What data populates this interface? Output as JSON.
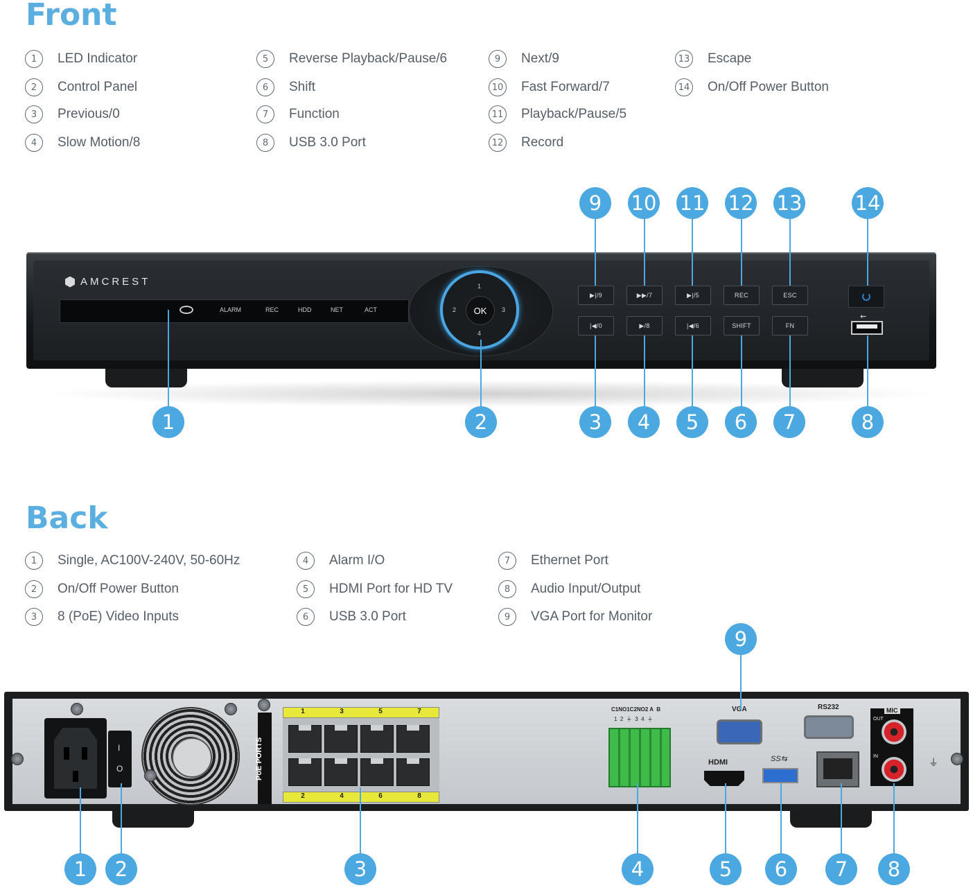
{
  "front": {
    "title": "Front",
    "legend": [
      {
        "num": "1",
        "label": "LED Indicator"
      },
      {
        "num": "2",
        "label": "Control Panel"
      },
      {
        "num": "3",
        "label": "Previous/0"
      },
      {
        "num": "4",
        "label": "Slow Motion/8"
      },
      {
        "num": "5",
        "label": "Reverse Playback/Pause/6"
      },
      {
        "num": "6",
        "label": "Shift"
      },
      {
        "num": "7",
        "label": "Function"
      },
      {
        "num": "8",
        "label": "USB 3.0 Port"
      },
      {
        "num": "9",
        "label": "Next/9"
      },
      {
        "num": "10",
        "label": "Fast Forward/7"
      },
      {
        "num": "11",
        "label": "Playback/Pause/5"
      },
      {
        "num": "12",
        "label": "Record"
      },
      {
        "num": "13",
        "label": "Escape"
      },
      {
        "num": "14",
        "label": "On/Off Power Button"
      }
    ],
    "device": {
      "brand": "AMCREST",
      "indicators": [
        "ALARM",
        "REC",
        "HDD",
        "NET",
        "ACT"
      ],
      "ok": "OK",
      "arrows": {
        "up": "1",
        "left": "2",
        "right": "3",
        "down": "4"
      },
      "buttons_top": [
        "▶|/9",
        "▶▶/7",
        "▶|/5",
        "REC",
        "ESC"
      ],
      "buttons_bottom": [
        "|◀/0",
        "▶/8",
        "|◀/6",
        "SHIFT",
        "FN"
      ],
      "power_icon": "power-icon",
      "usb_icon": "usb-icon"
    },
    "callouts_top": [
      "9",
      "10",
      "11",
      "12",
      "13",
      "14"
    ],
    "callouts_bottom": [
      "1",
      "2",
      "3",
      "4",
      "5",
      "6",
      "7",
      "8"
    ]
  },
  "back": {
    "title": "Back",
    "legend": [
      {
        "num": "1",
        "label": "Single, AC100V-240V, 50-60Hz"
      },
      {
        "num": "2",
        "label": "On/Off Power Button"
      },
      {
        "num": "3",
        "label": "8 (PoE) Video Inputs"
      },
      {
        "num": "4",
        "label": "Alarm I/O"
      },
      {
        "num": "5",
        "label": "HDMI Port for HD TV"
      },
      {
        "num": "6",
        "label": "USB 3.0 Port"
      },
      {
        "num": "7",
        "label": "Ethernet Port"
      },
      {
        "num": "8",
        "label": "Audio Input/Output"
      },
      {
        "num": "9",
        "label": "VGA Port for Monitor"
      }
    ],
    "device": {
      "poe_label": "PoE PORTS",
      "poe_top": [
        "1",
        "3",
        "5",
        "7"
      ],
      "poe_bottom": [
        "2",
        "4",
        "6",
        "8"
      ],
      "alarm_header": "C1NO1C2NO2 A  B",
      "alarm_sub": "1  2  ⏚  3  4  ⏚",
      "vga": "VGA",
      "rs232": "RS232",
      "hdmi": "HDMI",
      "usb": "SS⇆",
      "mic": "MIC",
      "out": "OUT",
      "in": "IN",
      "switch_on": "I",
      "switch_off": "O"
    },
    "callout_top": "9",
    "callouts_bottom": [
      "1",
      "2",
      "3",
      "4",
      "5",
      "6",
      "7",
      "8"
    ]
  },
  "colors": {
    "accent": "#4ca8e0",
    "title": "#5aaee0",
    "text": "#555e66"
  }
}
